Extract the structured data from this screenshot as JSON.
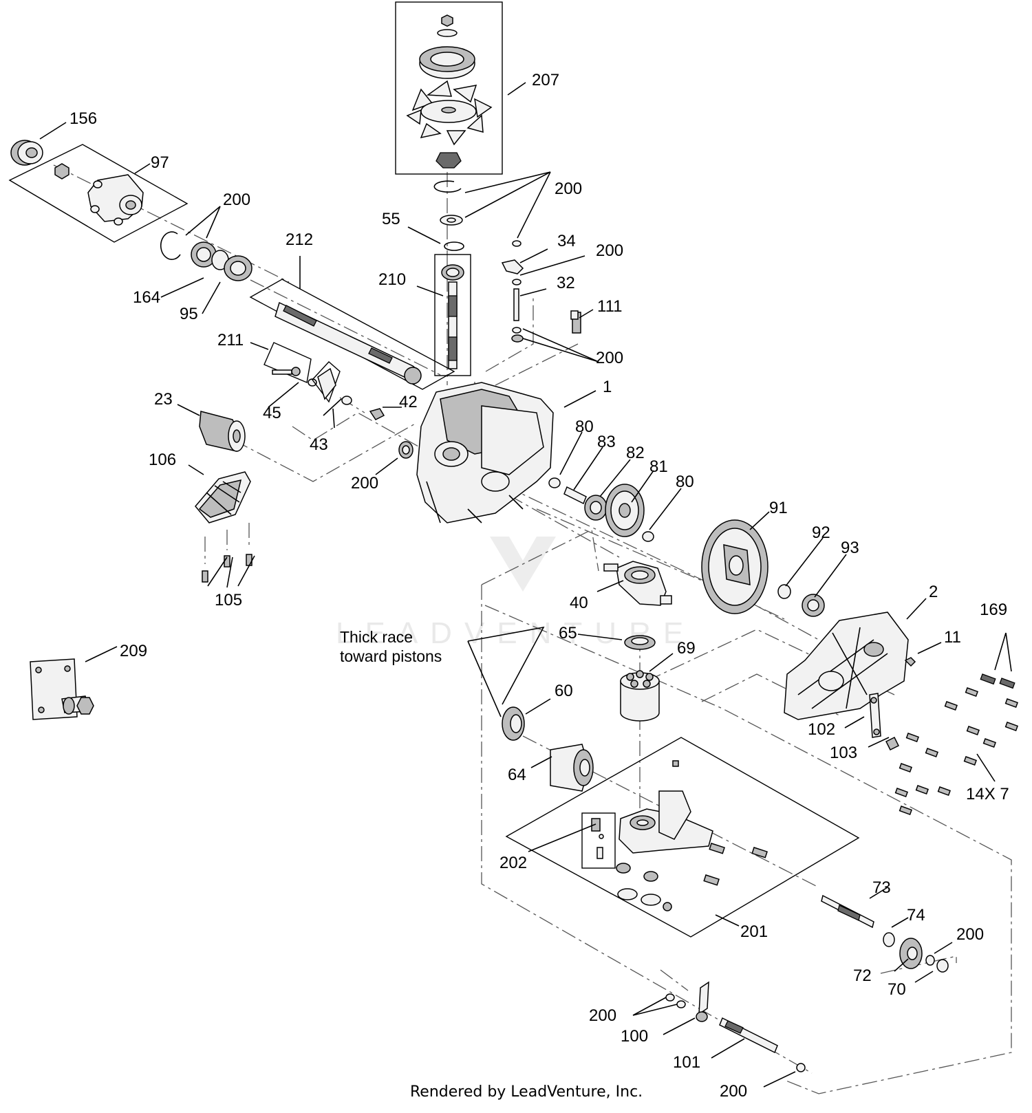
{
  "callouts": {
    "c207": "207",
    "c156": "156",
    "c97": "97",
    "c200_a": "200",
    "c200_b": "200",
    "c55": "55",
    "c34": "34",
    "c200_c": "200",
    "c212": "212",
    "c210": "210",
    "c32": "32",
    "c164": "164",
    "c95": "95",
    "c111": "111",
    "c200_d": "200",
    "c211": "211",
    "c1": "1",
    "c23": "23",
    "c42": "42",
    "c45": "45",
    "c80_a": "80",
    "c83": "83",
    "c82": "82",
    "c81": "81",
    "c106": "106",
    "c43": "43",
    "c200_e": "200",
    "c80_b": "80",
    "c91": "91",
    "c92": "92",
    "c93": "93",
    "c40": "40",
    "c2": "2",
    "c105": "105",
    "c169": "169",
    "c65": "65",
    "c11": "11",
    "c209": "209",
    "c69": "69",
    "c60": "60",
    "c102": "102",
    "c103": "103",
    "c64": "64",
    "c14x7": "14X  7",
    "c202": "202",
    "c73": "73",
    "c74": "74",
    "c200_f": "200",
    "c201": "201",
    "c72": "72",
    "c70": "70",
    "c200_g": "200",
    "c100": "100",
    "c101": "101",
    "c200_h": "200"
  },
  "note": {
    "line1": "Thick race",
    "line2": "toward pistons"
  },
  "watermark": "LEADVENTURE",
  "footer": "Rendered by LeadVenture, Inc."
}
